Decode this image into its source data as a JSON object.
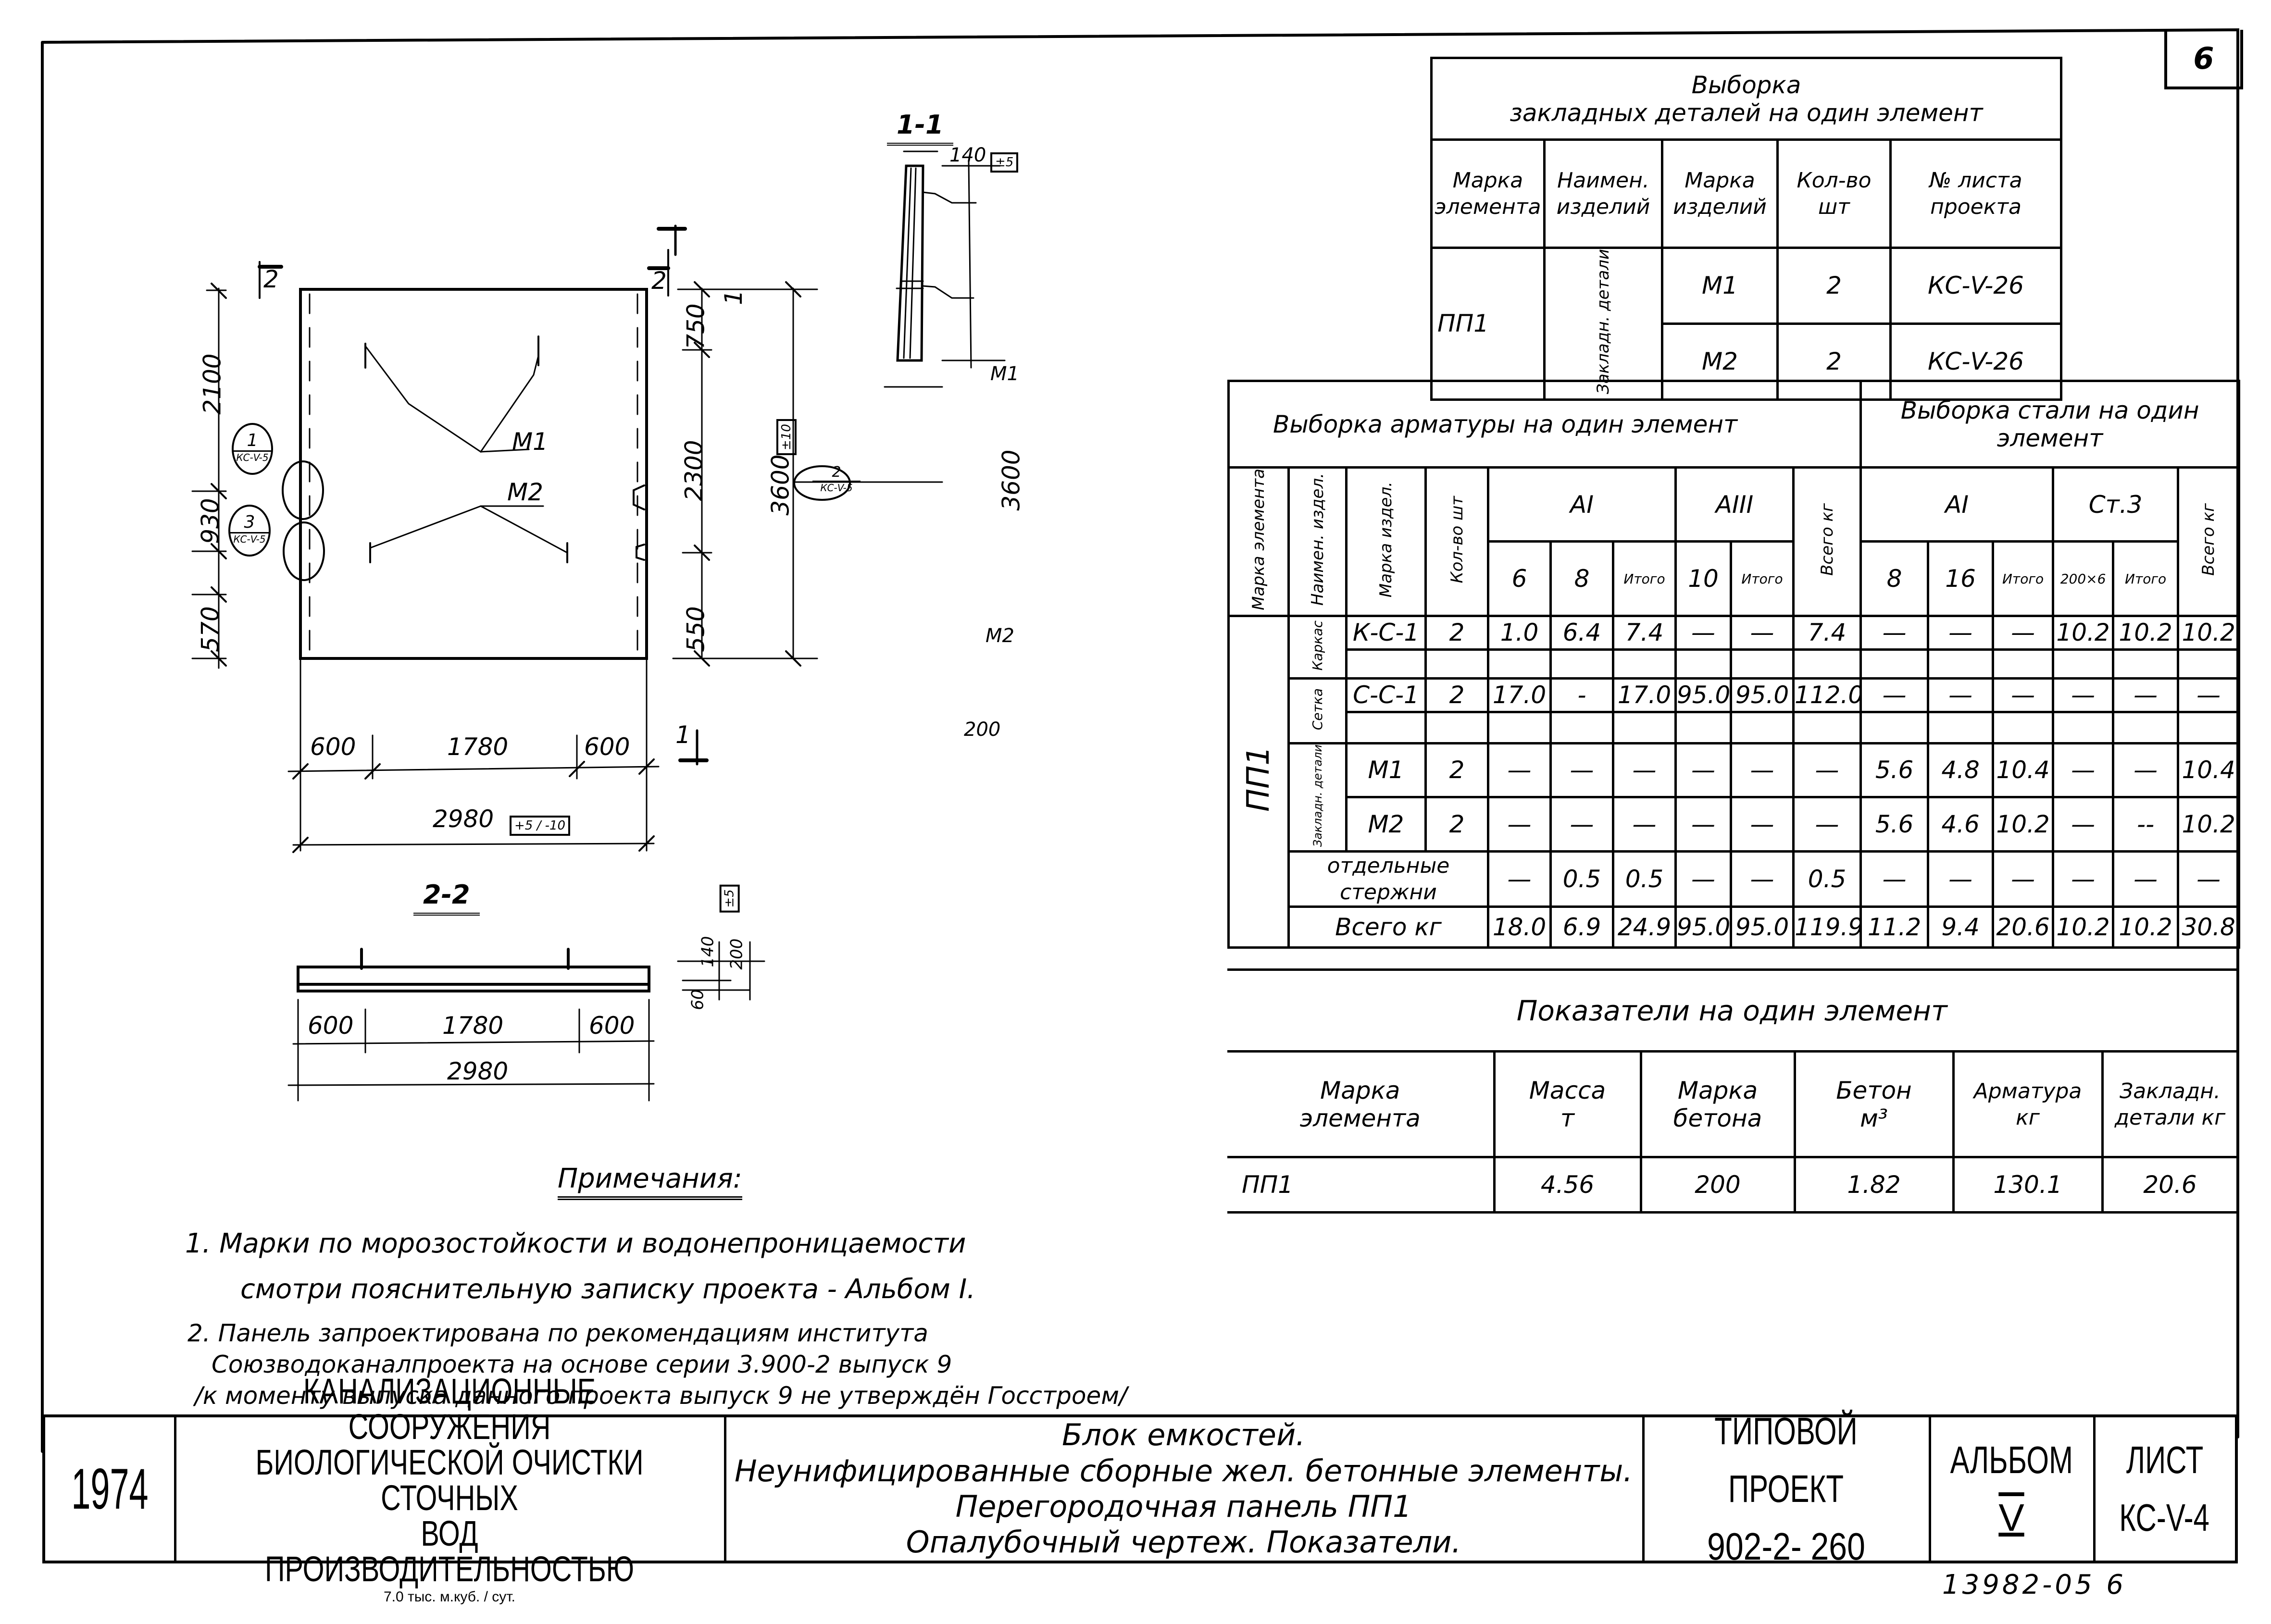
{
  "sheet": {
    "sheet_number_corner": "6",
    "archive_number": "13982-05  6"
  },
  "drawing": {
    "section_1_1": {
      "title": "1-1",
      "thickness_top": "140",
      "thickness_tolerance": "±5",
      "thickness_bottom": "200",
      "height": "3600",
      "leader_m1": "M1",
      "leader_m2": "M2",
      "callout_2": {
        "num": "2",
        "ref": "КС-V-5"
      }
    },
    "front_view": {
      "section_mark_left": "2",
      "section_mark_right": "2",
      "section_mark_1_top": "1",
      "section_mark_1_bottom": "1",
      "left_dims": [
        "2100",
        "930",
        "570"
      ],
      "right_dims": [
        "750",
        "2300",
        "550"
      ],
      "overall_height": "3600",
      "overall_height_tolerance": "±10",
      "bottom_dims": [
        "600",
        "1780",
        "600"
      ],
      "overall_width": "2980",
      "overall_width_tolerance": "+5 / -10",
      "label_m1": "M1",
      "label_m2": "M2",
      "callout_1": {
        "num": "1",
        "ref": "КС-V-5"
      },
      "callout_3": {
        "num": "3",
        "ref": "КС-V-5"
      }
    },
    "section_2_2": {
      "title": "2-2",
      "dims_bottom": [
        "600",
        "1780",
        "600"
      ],
      "overall_width": "2980",
      "right_dims": [
        "140",
        "200",
        "60"
      ],
      "tolerance": "±5"
    }
  },
  "embedded_parts_table": {
    "title_line1": "Выборка",
    "title_line2": "закладных деталей на один элемент",
    "headers": [
      "Марка элемента",
      "Наимен. изделий",
      "Марка изделий",
      "Кол-во шт",
      "№ листа проекта"
    ],
    "element": "ПП1",
    "group": "Закладн. детали",
    "rows": [
      {
        "mark": "М1",
        "qty": "2",
        "sheet": "КС-V-26"
      },
      {
        "mark": "М2",
        "qty": "2",
        "sheet": "КС-V-26"
      }
    ]
  },
  "rebar_table": {
    "title": "Выборка арматуры на один элемент",
    "steel_title": "Выборка стали на один элемент",
    "headers": {
      "element_mark": "Марка элемента",
      "item_name": "Наимен. издел.",
      "item_mark": "Марка издел.",
      "qty": "Кол-во шт",
      "a1": "АI",
      "a3": "АIII",
      "total_kg": "Всего кг",
      "steel_a1": "АI",
      "st3": "Ст.3",
      "steel_total_kg": "Всего кг",
      "subcols": [
        "6",
        "8",
        "Итого",
        "10",
        "Итого",
        "8",
        "16",
        "Итого",
        "200×6",
        "Итого"
      ]
    },
    "element": "ПП1",
    "groups": {
      "karkas": "Каркас",
      "setka": "Сетка",
      "zaklad": "Закладн. детали"
    },
    "rows": [
      {
        "group": "karkas",
        "mark": "К-С-1",
        "qty": "2",
        "values": [
          "1.0",
          "6.4",
          "7.4",
          "—",
          "—",
          "7.4",
          "—",
          "—",
          "—",
          "10.2",
          "10.2",
          "10.2"
        ]
      },
      {
        "group": "karkas",
        "mark": "",
        "qty": "",
        "values": [
          "",
          "",
          "",
          "",
          "",
          "",
          "",
          "",
          "",
          "",
          "",
          ""
        ]
      },
      {
        "group": "setka",
        "mark": "С-С-1",
        "qty": "2",
        "values": [
          "17.0",
          "-",
          "17.0",
          "95.0",
          "95.0",
          "112.0",
          "—",
          "—",
          "—",
          "—",
          "—",
          "—"
        ]
      },
      {
        "group": "setka",
        "mark": "",
        "qty": "",
        "values": [
          "",
          "",
          "",
          "",
          "",
          "",
          "",
          "",
          "",
          "",
          "",
          ""
        ]
      },
      {
        "group": "zaklad",
        "mark": "М1",
        "qty": "2",
        "values": [
          "—",
          "—",
          "—",
          "—",
          "—",
          "—",
          "5.6",
          "4.8",
          "10.4",
          "—",
          "—",
          "10.4"
        ]
      },
      {
        "group": "zaklad",
        "mark": "М2",
        "qty": "2",
        "values": [
          "—",
          "—",
          "—",
          "—",
          "—",
          "—",
          "5.6",
          "4.6",
          "10.2",
          "—",
          "--",
          "10.2"
        ]
      }
    ],
    "separate_bars": {
      "label": "отдельные стержни",
      "values": [
        "—",
        "0.5",
        "0.5",
        "—",
        "—",
        "0.5",
        "—",
        "—",
        "—",
        "—",
        "—",
        "—"
      ]
    },
    "total": {
      "label": "Всего кг",
      "values": [
        "18.0",
        "6.9",
        "24.9",
        "95.0",
        "95.0",
        "119.9",
        "11.2",
        "9.4",
        "20.6",
        "10.2",
        "10.2",
        "30.8"
      ]
    }
  },
  "indicators_table": {
    "title": "Показатели на один элемент",
    "headers": [
      {
        "l1": "Марка",
        "l2": "элемента"
      },
      {
        "l1": "Масса",
        "l2": "т"
      },
      {
        "l1": "Марка",
        "l2": "бетона"
      },
      {
        "l1": "Бетон",
        "l2": "м³"
      },
      {
        "l1": "Арматура",
        "l2": "кг"
      },
      {
        "l1": "Закладн.",
        "l2": "детали кг"
      }
    ],
    "row": [
      "ПП1",
      "4.56",
      "200",
      "1.82",
      "130.1",
      "20.6"
    ]
  },
  "notes": {
    "title": "Примечания:",
    "lines": [
      "1.  Марки по  морозостойкости  и  водонепроницаемости",
      "смотри    пояснительную записку проекта - Альбом I.",
      "2.  Панель запроектирована  по рекомендациям института",
      "Союзводоканалпроекта  на основе  серии 3.900-2 выпуск 9",
      "/к моменту выпуска данного проекта выпуск 9 не утверждён Госстроем/"
    ]
  },
  "title_block": {
    "year": "1974",
    "project_name_lines": [
      "КАНАЛИЗАЦИОННЫЕ  СООРУЖЕНИЯ",
      "БИОЛОГИЧЕСКОЙ ОЧИСТКИ СТОЧНЫХ",
      "ВОД   ПРОИЗВОДИТЕЛЬНОСТЬЮ"
    ],
    "capacity": "7.0 тыс. м.куб. / сут.",
    "description_lines": [
      "Блок  емкостей.",
      "Неунифицированные сборные жел. бетонные элементы.",
      "Перегородочная  панель ПП1",
      "Опалубочный  чертеж. Показатели."
    ],
    "typical_project_label": "ТИПОВОЙ ПРОЕКТ",
    "typical_project_number": "902-2- 260",
    "album_label": "АЛЬБОМ",
    "album_number": "V",
    "sheet_label": "ЛИСТ",
    "sheet_number": "КС-V-4"
  }
}
